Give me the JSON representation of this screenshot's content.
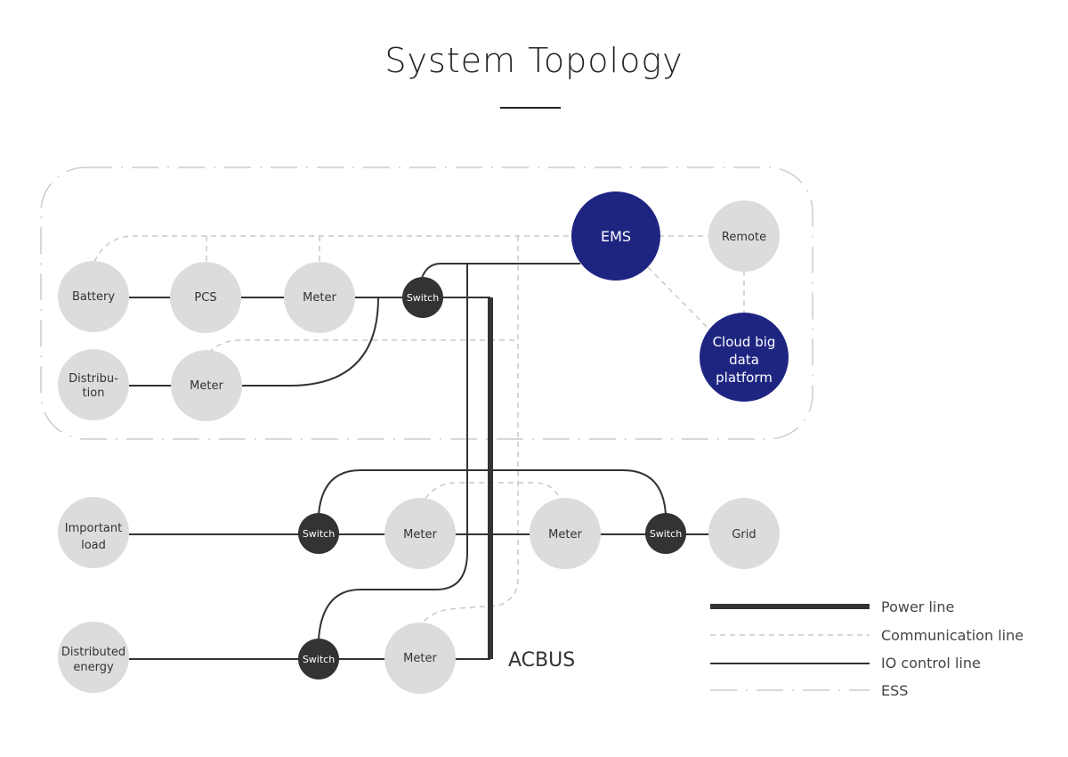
{
  "title": "System Topology",
  "colors": {
    "node_gray": "#dcdcdc",
    "switch_dark": "#333333",
    "ems_blue": "#1e2580",
    "line_dark": "#333333",
    "comm_line": "#c8c8c8",
    "ess_border": "#cccccc"
  },
  "nodes": {
    "battery": "Battery",
    "pcs": "PCS",
    "meter_ess": "Meter",
    "switch_ess": "Switch",
    "distribution_line1": "Distribu-",
    "distribution_line2": "tion",
    "meter_distribution": "Meter",
    "ems": "EMS",
    "remote": "Remote",
    "cloud_line1": "Cloud big",
    "cloud_line2": "data",
    "cloud_line3": "platform",
    "important_load_line1": "Important",
    "important_load_line2": "load",
    "switch_load": "Switch",
    "meter_load": "Meter",
    "meter_grid": "Meter",
    "switch_grid": "Switch",
    "grid": "Grid",
    "distributed_energy_line1": "Distributed",
    "distributed_energy_line2": "energy",
    "switch_de": "Switch",
    "meter_de": "Meter"
  },
  "bus_label": "ACBUS",
  "legend": [
    {
      "label": "Power line",
      "style": "power"
    },
    {
      "label": "Communication line",
      "style": "communication"
    },
    {
      "label": "IO control line",
      "style": "io"
    },
    {
      "label": "ESS",
      "style": "ess"
    }
  ]
}
